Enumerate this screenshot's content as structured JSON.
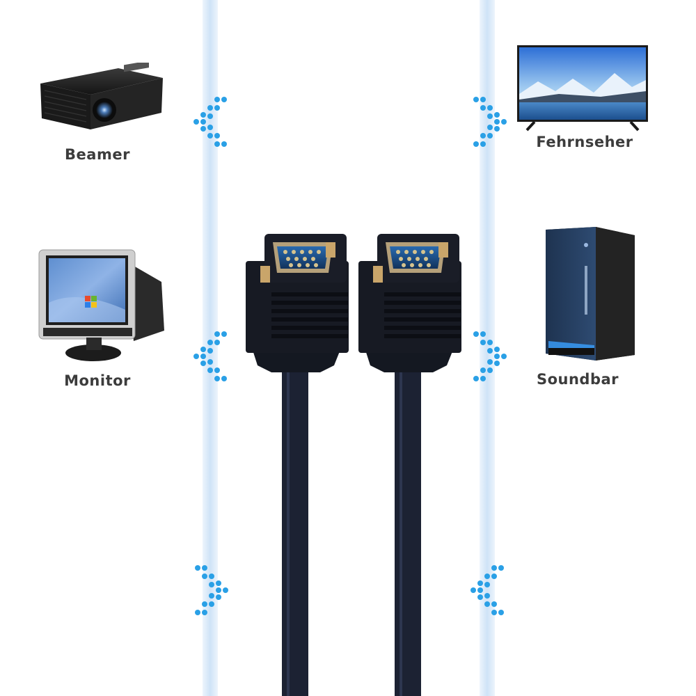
{
  "devices": {
    "beamer": {
      "label": "Beamer",
      "icon": "projector-icon"
    },
    "monitor": {
      "label": "Monitor",
      "icon": "crt-monitor-icon"
    },
    "tv": {
      "label": "Fehrnseher",
      "icon": "tv-icon"
    },
    "soundbar": {
      "label": "Soundbar",
      "icon": "pc-tower-icon"
    }
  },
  "colors": {
    "stripe": "#cfe3f7",
    "dots": "#2aa0e6",
    "label": "#3c3c3c",
    "cable": "#1c2233",
    "pins": "#1c4e8a"
  }
}
